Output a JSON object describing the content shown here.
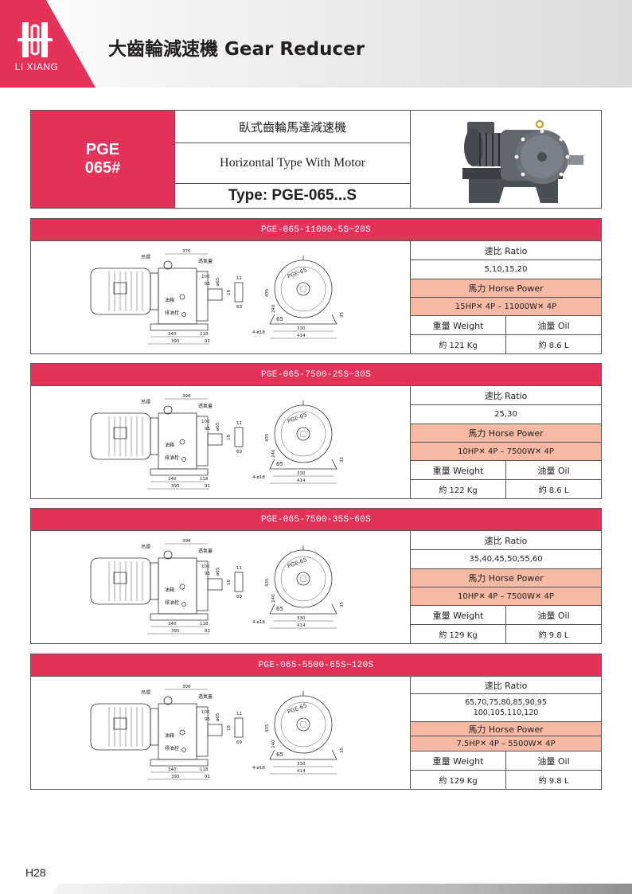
{
  "header": {
    "title": "大齒輪減速機 Gear Reducer",
    "logo_text": "LI XIANG"
  },
  "product": {
    "model_line1": "PGE",
    "model_line2": "065#",
    "name_zh": "臥式齒輪馬達減速機",
    "name_en": "Horizontal Type With Motor",
    "type": "Type: PGE-065...S"
  },
  "drawing_labels": {
    "lift_ring": "吊環",
    "vent_cover": "透氣蓋",
    "oil_gauge": "油箱",
    "drain_plug": "排油栓",
    "badge": "PGE-65",
    "holes": "4-ø18",
    "dims": {
      "top": "398",
      "d100": "100",
      "d95": "95",
      "d65": "ø65",
      "d18": "18",
      "d69": "69",
      "d11": "11",
      "d340": "340",
      "d395": "395",
      "d118": "118",
      "d91": "91",
      "d435": "435",
      "d240": "240",
      "d65b": "65",
      "d35": "35",
      "d330": "330",
      "d414": "414"
    }
  },
  "table_labels": {
    "ratio": "速比 Ratio",
    "hp": "馬力 Horse Power",
    "weight": "重量 Weight",
    "oil": "油量 Oil"
  },
  "sections": [
    {
      "title": "PGE-065-11000-5S~20S",
      "top_dim": "376",
      "ratio": "5,10,15,20",
      "hp": "15HP✕ 4P – 11000W✕ 4P",
      "weight": "約 121 Kg",
      "oil": "約 8.6 L"
    },
    {
      "title": "PGE-065-7500-25S~30S",
      "top_dim": "398",
      "ratio": "25,30",
      "hp": "10HP✕ 4P – 7500W✕ 4P",
      "weight": "約 122 Kg",
      "oil": "約 8.6 L"
    },
    {
      "title": "PGE-065-7500-35S~60S",
      "top_dim": "398",
      "ratio": "35,40,45,50,55,60",
      "hp": "10HP✕ 4P – 7500W✕ 4P",
      "weight": "約 129 Kg",
      "oil": "約 9.8 L"
    },
    {
      "title": "PGE-065-5500-65S~120S",
      "top_dim": "398",
      "ratio_line1": "65,70,75,80,85,90,95",
      "ratio_line2": "100,105,110,120",
      "hp": "7.5HP✕ 4P – 5500W✕ 4P",
      "weight": "約 129 Kg",
      "oil": "約 9.8 L"
    }
  ],
  "footer": {
    "page": "H28"
  },
  "colors": {
    "brand": "#e4335a",
    "highlight": "#f5b9a4"
  }
}
